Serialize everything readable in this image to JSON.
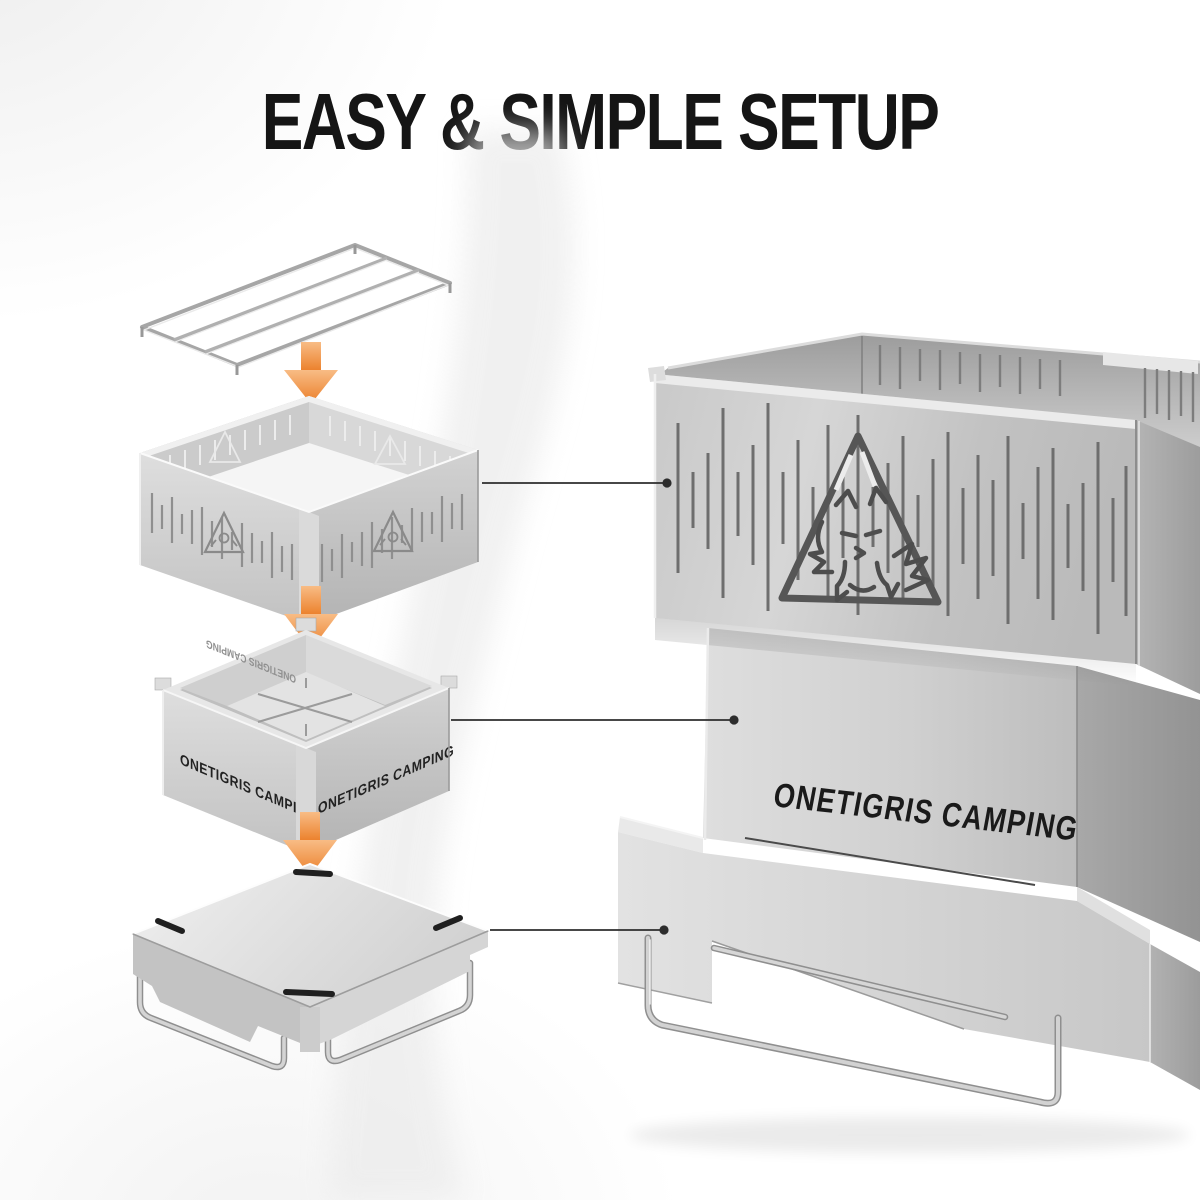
{
  "header": {
    "title": "EASY & SIMPLE SETUP"
  },
  "branding": {
    "engraving_text": "ONETIGRIS CAMPING"
  },
  "colors": {
    "title_text": "#151515",
    "arrow_gradient_top": "#F8BC85",
    "arrow_gradient_bottom": "#EB7E28",
    "connector_line": "#2D2D2D",
    "steel_highlight": "#F2F2F2",
    "steel_light": "#DCDCDC",
    "steel_mid": "#C4C4C4",
    "steel_shadow": "#9A9A9A",
    "cutout_dark": "#1A1A1A",
    "background": "#FFFFFF"
  },
  "icons": {
    "step_arrow": "arrow-down",
    "callout_endpoint": "dot",
    "brand_mark": "tiger-in-triangle"
  }
}
